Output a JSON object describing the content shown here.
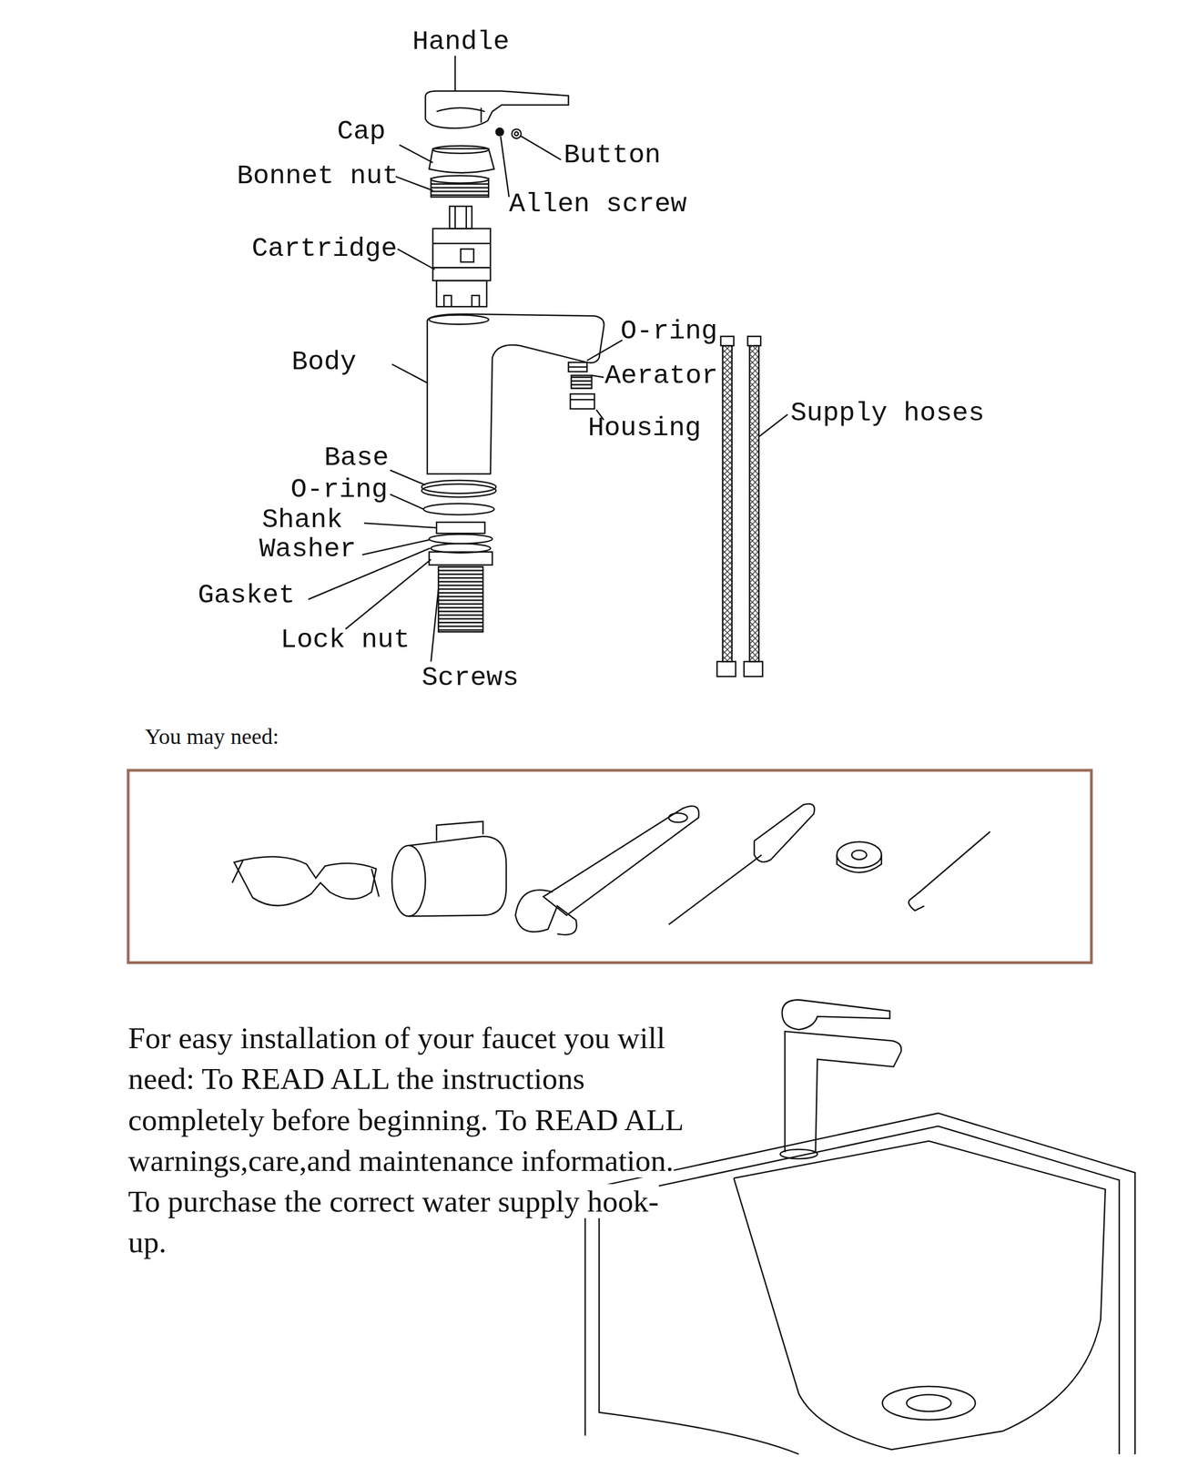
{
  "diagram": {
    "labels": [
      "Handle",
      "Cap",
      "Bonnet nut",
      "Button",
      "Allen screw",
      "Cartridge",
      "O-ring",
      "Body",
      "Aerator",
      "Housing",
      "Supply hoses",
      "Base",
      "O-ring",
      "Shank",
      "Washer",
      "Gasket",
      "Lock nut",
      "Screws",
      "You may need:",
      "For easy installation of your faucet you will need: To READ ALL the instructions completely before beginning. To READ ALL warnings,care,and maintenance information. To purchase the correct water supply hook-up."
    ]
  }
}
